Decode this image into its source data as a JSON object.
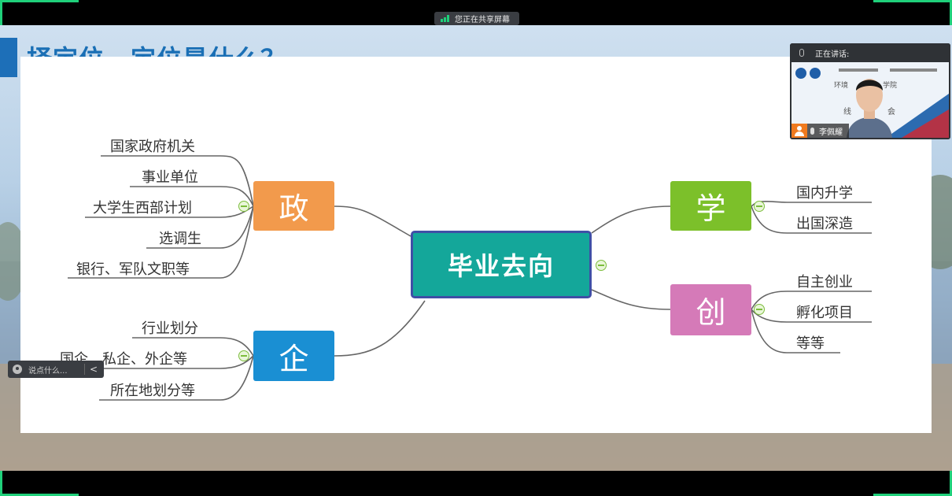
{
  "colors": {
    "zheng": "#f29a4c",
    "qi": "#1a8fd3",
    "xue": "#7cc02a",
    "chuang": "#d57ab8",
    "center": "#14a79a",
    "center_border": "#3f4fa6",
    "title": "#1a6fb5",
    "share_accent": "#1fd07a"
  },
  "share_bar": {
    "label": "您正在共享屏幕",
    "icon": "screen-share-icon"
  },
  "slide": {
    "title": "择定位—定位是什么？"
  },
  "mindmap": {
    "center": "毕业去向",
    "branches": {
      "zheng": {
        "label": "政",
        "items": [
          "国家政府机关",
          "事业单位",
          "大学生西部计划",
          "选调生",
          "银行、军队文职等"
        ]
      },
      "qi": {
        "label": "企",
        "items": [
          "行业划分",
          "国企、私企、外企等",
          "所在地划分等"
        ]
      },
      "xue": {
        "label": "学",
        "items": [
          "国内升学",
          "出国深造"
        ]
      },
      "chuang": {
        "label": "创",
        "items": [
          "自主创业",
          "孵化项目",
          "等等"
        ]
      }
    }
  },
  "chat": {
    "placeholder": "说点什么...",
    "collapse_glyph": "<"
  },
  "video": {
    "header": "正在讲话:",
    "speaker_name": "李佩耀",
    "bg_fragments": [
      "环境",
      "学院",
      "线",
      "会"
    ]
  }
}
